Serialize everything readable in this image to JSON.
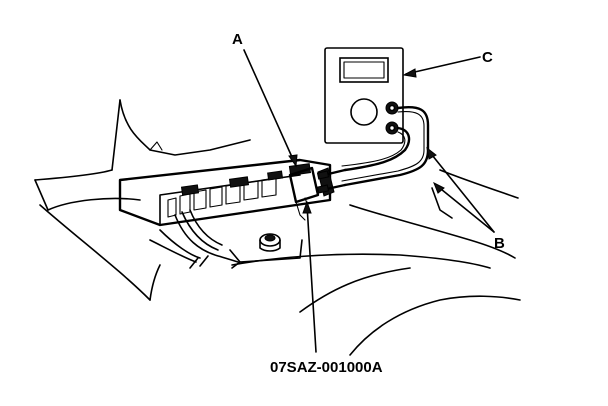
{
  "labels": {
    "a": "A",
    "b": "B",
    "c": "C",
    "part_number": "07SAZ-001000A"
  },
  "colors": {
    "ink": "#000000",
    "paper": "#ffffff"
  }
}
